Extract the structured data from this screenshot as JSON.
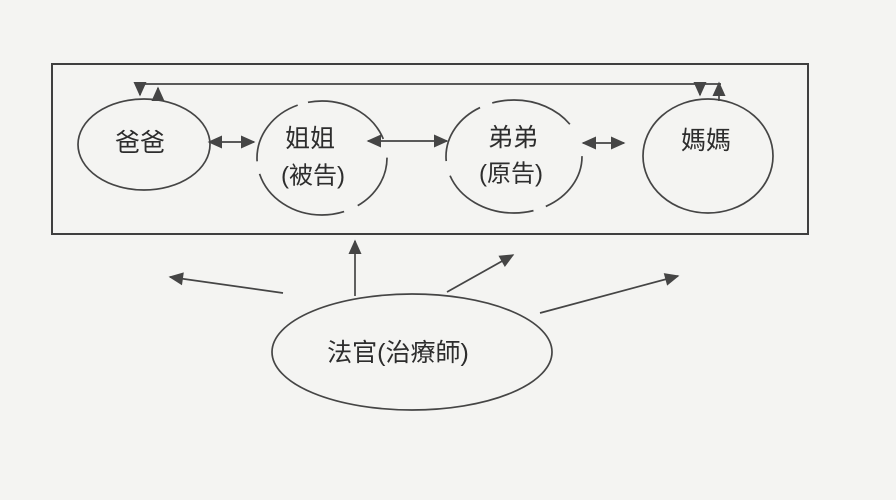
{
  "diagram": {
    "type": "family-structure-diagram",
    "background_color": "#f4f4f2",
    "line_color": "#454545",
    "text_color": "#2d2d2d",
    "nodes": {
      "father": {
        "label": "爸爸"
      },
      "sister": {
        "label": "姐姐",
        "sublabel": "(被告)"
      },
      "brother": {
        "label": "弟弟",
        "sublabel": "(原告)"
      },
      "mother": {
        "label": "媽媽"
      },
      "judge": {
        "label": "法官(治療師)"
      }
    },
    "relations": [
      {
        "from": "father",
        "to": "sister",
        "style": "double-headed-arrow"
      },
      {
        "from": "sister",
        "to": "brother",
        "style": "double-headed-arrow"
      },
      {
        "from": "brother",
        "to": "mother",
        "style": "double-headed-arrow"
      },
      {
        "from": "father",
        "to": "mother",
        "style": "double-headed-connection-over-top-line"
      },
      {
        "from": "judge",
        "to": "father",
        "style": "arrow"
      },
      {
        "from": "judge",
        "to": "sister",
        "style": "arrow"
      },
      {
        "from": "judge",
        "to": "brother",
        "style": "arrow"
      },
      {
        "from": "judge",
        "to": "mother",
        "style": "arrow"
      }
    ]
  }
}
